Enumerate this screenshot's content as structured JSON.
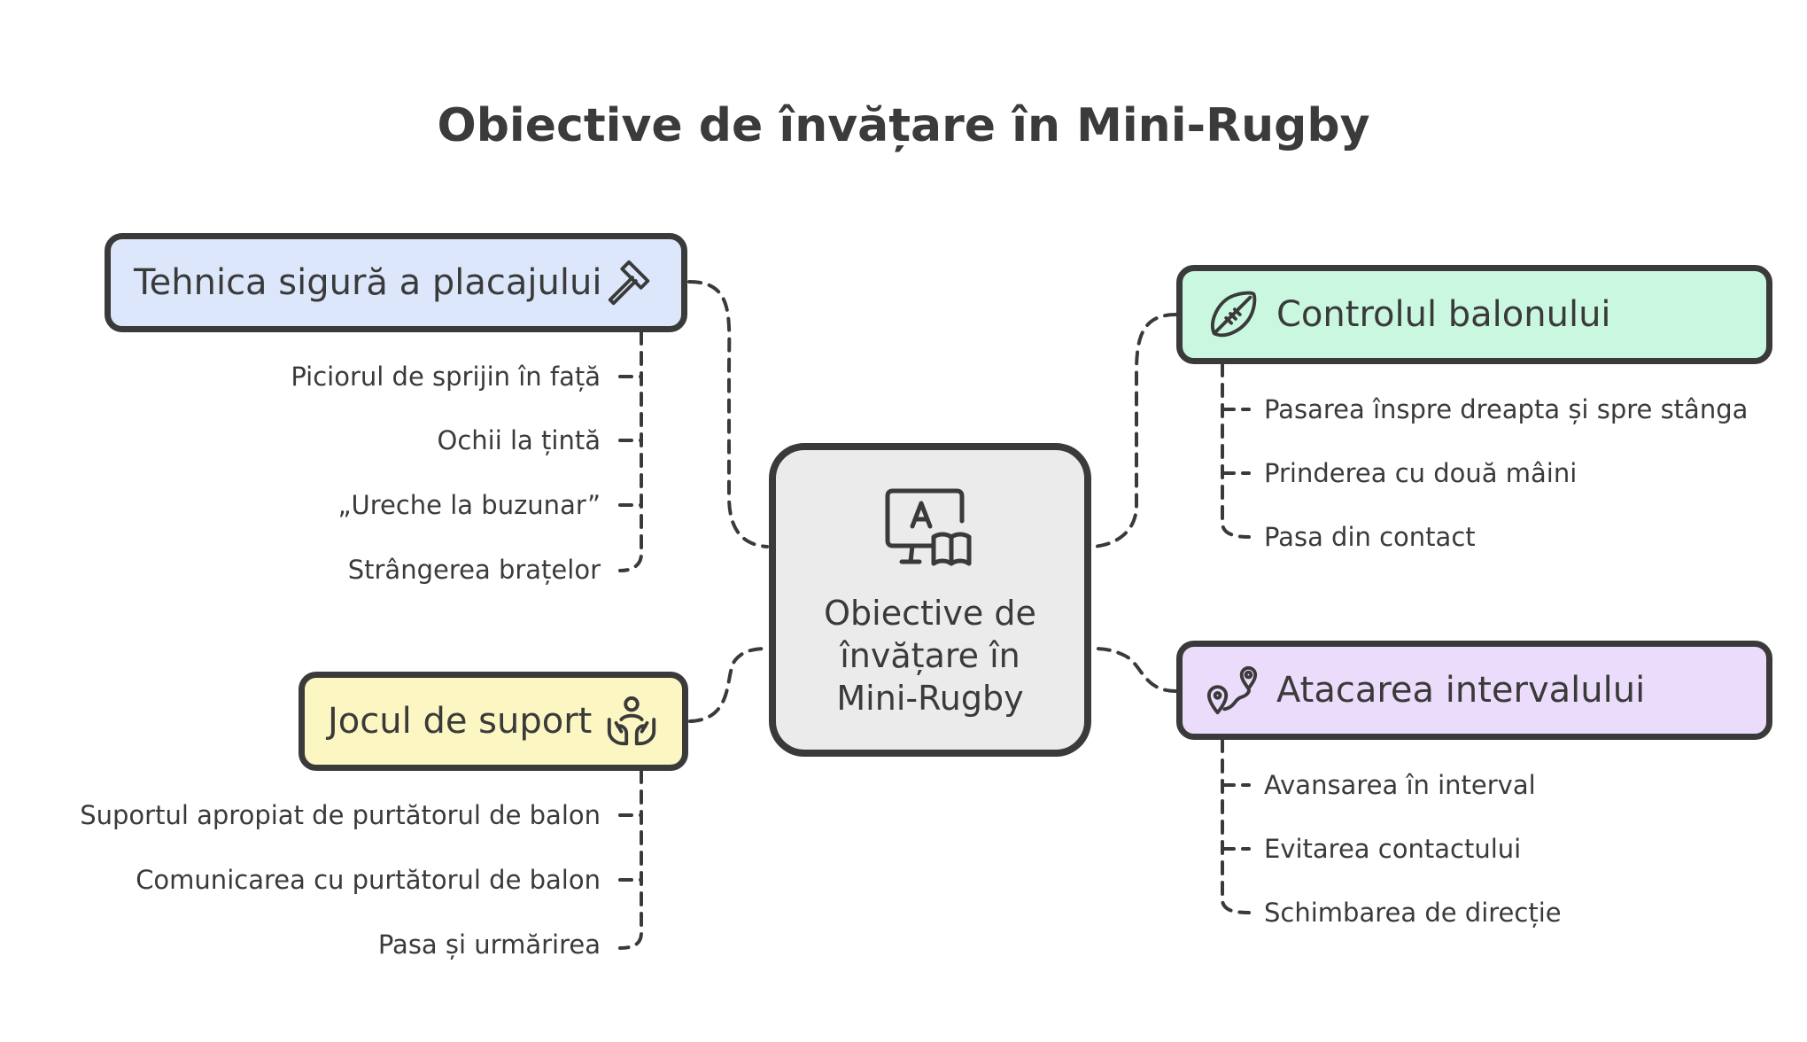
{
  "title": "Obiective de învățare în Mini-Rugby",
  "center": {
    "label": "Obiective de învățare în Mini-Rugby",
    "icon": "learning-screen-book-icon"
  },
  "branches": {
    "tehnica": {
      "label": "Tehnica sigură a placajului",
      "icon": "hammer-icon",
      "color": "#dde7fb",
      "items": [
        "Piciorul de sprijin în față",
        "Ochii la țintă",
        "„Ureche la buzunar”",
        "Strângerea brațelor"
      ]
    },
    "suport": {
      "label": "Jocul de suport",
      "icon": "support-hands-icon",
      "color": "#fbf6c2",
      "items": [
        "Suportul apropiat de purtătorul de balon",
        "Comunicarea cu purtătorul de balon",
        "Pasa și urmărirea"
      ]
    },
    "control": {
      "label": "Controlul balonului",
      "icon": "rugby-ball-icon",
      "color": "#c9f7df",
      "items": [
        "Pasarea înspre dreapta și spre stânga",
        "Prinderea cu două mâini",
        "Pasa din contact"
      ]
    },
    "atacare": {
      "label": "Atacarea intervalului",
      "icon": "route-map-icon",
      "color": "#ecdcfb",
      "items": [
        "Avansarea în interval",
        "Evitarea contactului",
        "Schimbarea de direcție"
      ]
    }
  }
}
